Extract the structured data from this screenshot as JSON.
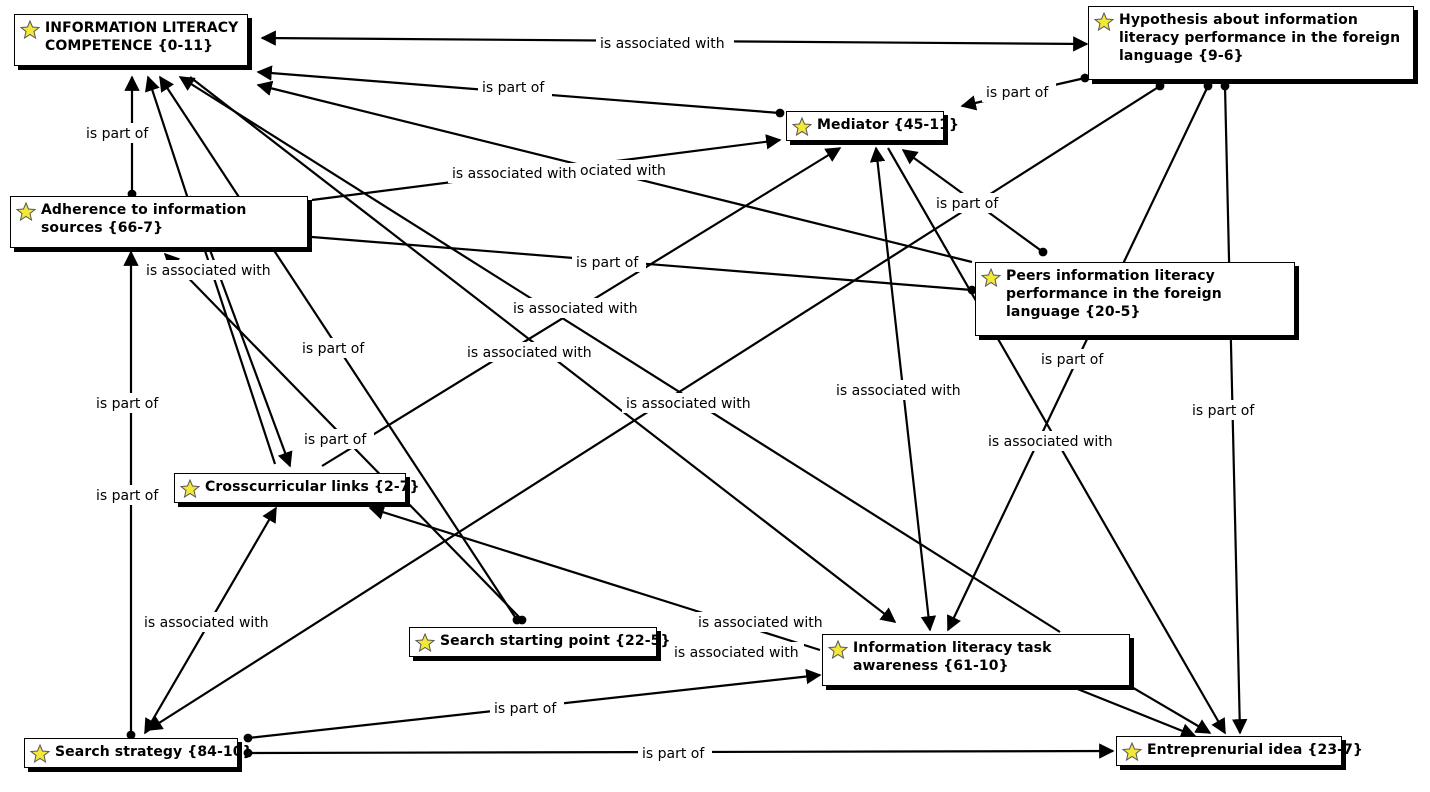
{
  "nodes": {
    "ilc": {
      "label": "INFORMATION LITERACY COMPETENCE {0-11}",
      "icon": "concept-star-icon"
    },
    "hyp": {
      "label": "Hypothesis about information literacy performance in the foreign language {9-6}",
      "icon": "concept-star-icon"
    },
    "med": {
      "label": "Mediator {45-11}",
      "icon": "concept-star-icon"
    },
    "adh": {
      "label": "Adherence to information sources {66-7}",
      "icon": "concept-star-icon"
    },
    "peers": {
      "label": "Peers information literacy performance in the foreign language {20-5}",
      "icon": "concept-star-icon"
    },
    "cross": {
      "label": "Crosscurricular links {2-7}",
      "icon": "concept-star-icon"
    },
    "ssp": {
      "label": "Search starting point {22-5}",
      "icon": "concept-star-icon"
    },
    "ilta": {
      "label": "Information literacy task awareness {61-10}",
      "icon": "concept-star-icon"
    },
    "ss": {
      "label": "Search strategy {84-10}",
      "icon": "concept-star-icon"
    },
    "ent": {
      "label": "Entreprenurial idea {23-7}",
      "icon": "concept-star-icon"
    }
  },
  "relations": {
    "assoc": "is associated with",
    "part": "is part of",
    "assoc_partial": "ociated with",
    "assoc_clip": "is associated with"
  },
  "edges": [
    {
      "from": "hyp",
      "to": "ilc",
      "type": "assoc",
      "directed": "both"
    },
    {
      "from": "med",
      "to": "ilc",
      "type": "part"
    },
    {
      "from": "hyp",
      "to": "med",
      "type": "part"
    },
    {
      "from": "adh",
      "to": "ilc",
      "type": "part"
    },
    {
      "from": "adh",
      "to": "med",
      "type": "assoc"
    },
    {
      "from": "peers",
      "to": "ilc",
      "type": "assoc"
    },
    {
      "from": "adh",
      "to": "peers",
      "type": "part"
    },
    {
      "from": "peers",
      "to": "med",
      "type": "part"
    },
    {
      "from": "cross",
      "to": "med",
      "type": "assoc"
    },
    {
      "from": "ssp",
      "to": "ilc",
      "type": "part"
    },
    {
      "from": "ssp",
      "to": "adh",
      "type": "part"
    },
    {
      "from": "ilta",
      "to": "ilc",
      "type": "assoc"
    },
    {
      "from": "ilc",
      "to": "ilta",
      "type": "assoc"
    },
    {
      "from": "hyp",
      "to": "ss",
      "type": "part"
    },
    {
      "from": "ilta",
      "to": "med",
      "type": "assoc"
    },
    {
      "from": "ss",
      "to": "adh",
      "type": "part"
    },
    {
      "from": "ss",
      "to": "ilc",
      "type": "part"
    },
    {
      "from": "cross",
      "to": "ss",
      "type": "assoc",
      "directed": "both"
    },
    {
      "from": "ilta",
      "to": "cross",
      "type": "assoc"
    },
    {
      "from": "ss",
      "to": "ilta",
      "type": "part"
    },
    {
      "from": "ss",
      "to": "ent",
      "type": "part"
    },
    {
      "from": "hyp",
      "to": "ilta",
      "type": "part"
    },
    {
      "from": "peers",
      "to": "ent",
      "type": "part"
    },
    {
      "from": "med",
      "to": "ent",
      "type": "assoc"
    },
    {
      "from": "ilta",
      "to": "ent",
      "type": "assoc"
    },
    {
      "from": "hyp",
      "to": "ent",
      "type": "part"
    }
  ]
}
